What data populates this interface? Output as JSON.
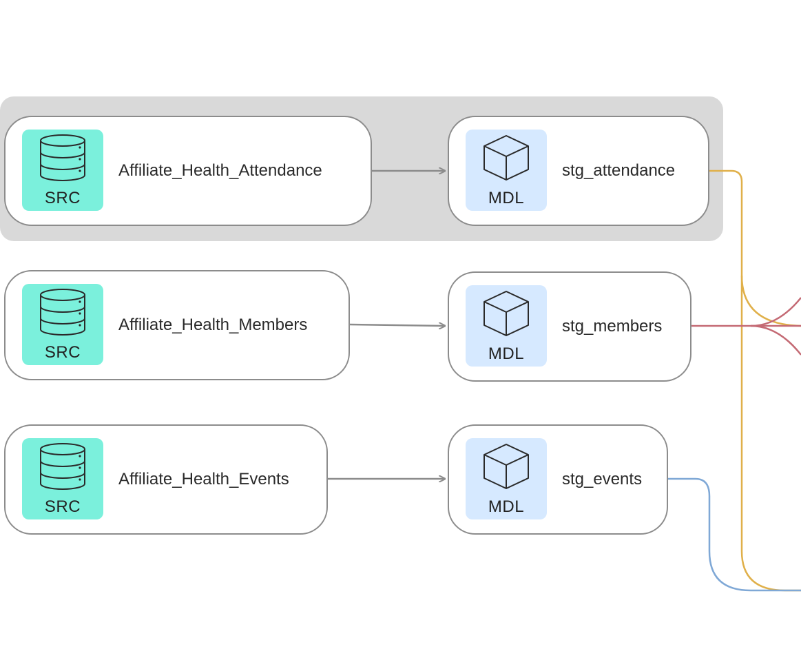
{
  "colors": {
    "selection_bg": "#d9d9d9",
    "source_badge": "#7bf0dc",
    "model_badge": "#d6e9ff",
    "edge_gray": "#8c8c8c",
    "edge_attendance": "#e0b04a",
    "edge_members": "#c46a74",
    "edge_events": "#7fa8d6"
  },
  "badges": {
    "source": "SRC",
    "model": "MDL"
  },
  "icons": {
    "source": "database-icon",
    "model": "cube-icon"
  },
  "rows": [
    {
      "source_name": "Affiliate_Health_Attendance",
      "model_name": "stg_attendance",
      "selected": true
    },
    {
      "source_name": "Affiliate_Health_Members",
      "model_name": "stg_members",
      "selected": false
    },
    {
      "source_name": "Affiliate_Health_Events",
      "model_name": "stg_events",
      "selected": false
    }
  ]
}
